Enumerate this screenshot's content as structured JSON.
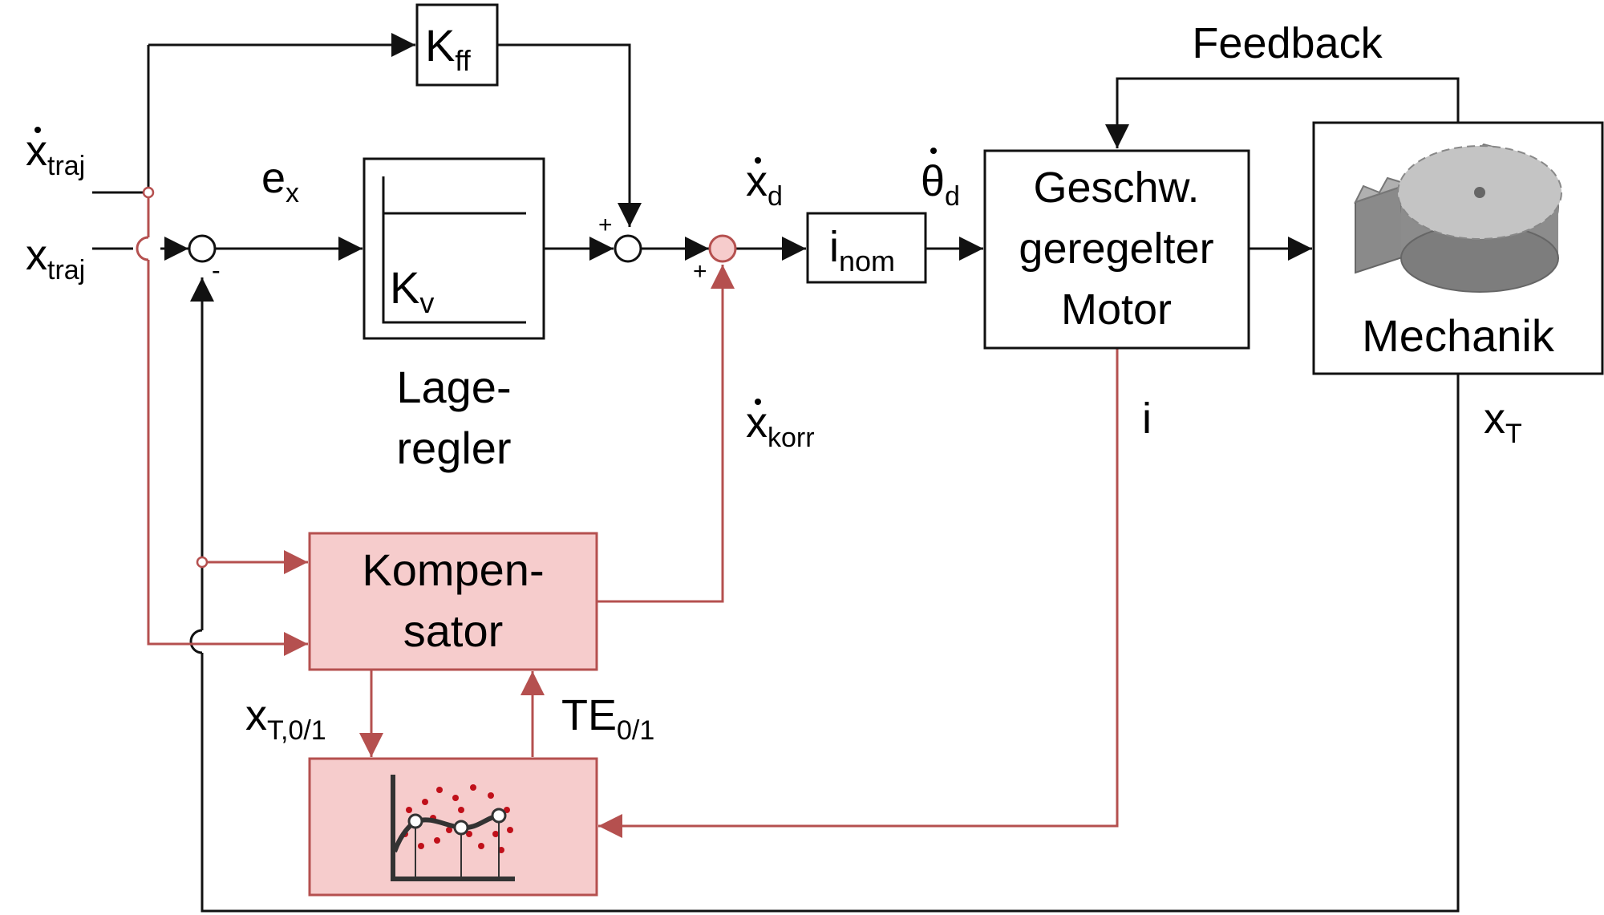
{
  "colors": {
    "black": "#111111",
    "red_line": "#b5504f",
    "red_fill": "#f6cccc",
    "red_dot": "#c0101a",
    "gear": "#9a9a9a"
  },
  "blocks": {
    "kff": {
      "main": "K",
      "sub": "ff"
    },
    "lageregler": {
      "main": "K",
      "sub": "v",
      "caption_line1": "Lage-",
      "caption_line2": "regler"
    },
    "inom": {
      "main": "i",
      "sub": "nom"
    },
    "motor": {
      "line1": "Geschw.",
      "line2": "geregelter",
      "line3": "Motor"
    },
    "mechanik": {
      "label": "Mechanik"
    },
    "kompensator": {
      "line1": "Kompen-",
      "line2": "sator"
    },
    "model": {
      "icon": "regression-plot-icon"
    }
  },
  "signals": {
    "xtraj_dot": {
      "main": "x",
      "sub": "traj"
    },
    "xtraj": {
      "main": "x",
      "sub": "traj"
    },
    "ex": {
      "main": "e",
      "sub": "x"
    },
    "xd_dot": {
      "main": "x",
      "sub": "d"
    },
    "theta_d_dot": {
      "main": "θ",
      "sub": "d"
    },
    "xkorr_dot": {
      "main": "x",
      "sub": "korr"
    },
    "current": {
      "main": "i"
    },
    "xT": {
      "main": "x",
      "sub": "T"
    },
    "feedback": "Feedback",
    "xT01": {
      "main": "x",
      "sub": "T,0/1"
    },
    "TE01": {
      "main": "TE",
      "sub": "0/1"
    }
  },
  "signs": {
    "sum1_minus": "-",
    "sum2_plus": "+",
    "sum3_plus": "+"
  }
}
